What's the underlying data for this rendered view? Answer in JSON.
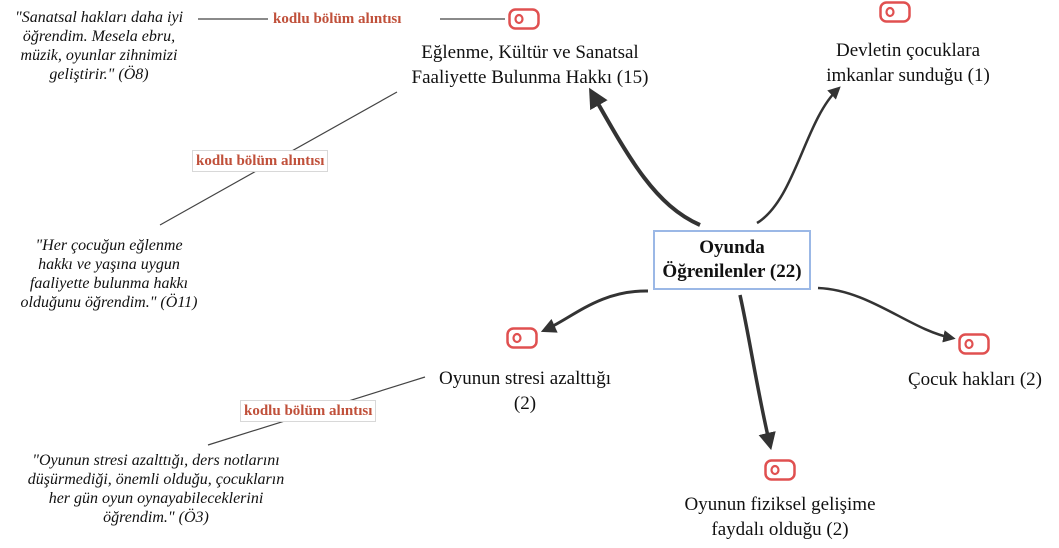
{
  "center": {
    "line1": "Oyunda",
    "line2": "Öğrenilenler (22)"
  },
  "nodes": {
    "eglenme": {
      "line1": "Eğlenme, Kültür ve Sanatsal",
      "line2": "Faaliyette Bulunma Hakkı (15)"
    },
    "devlet": {
      "line1": "Devletin çocuklara",
      "line2": "imkanlar sunduğu (1)"
    },
    "stres": {
      "line1": "Oyunun stresi azalttığı",
      "line2": "(2)"
    },
    "cocuk": {
      "line1": "Çocuk hakları (2)"
    },
    "fiziksel": {
      "line1": "Oyunun fiziksel gelişime",
      "line2": "faydalı olduğu (2)"
    }
  },
  "tags": {
    "t1": "kodlu bölüm alıntısı",
    "t2": "kodlu bölüm alıntısı",
    "t3": "kodlu bölüm alıntısı"
  },
  "quotes": {
    "q1": [
      "\"Sanatsal hakları daha iyi",
      "öğrendim. Mesela ebru,",
      "müzik, oyunlar zihnimizi",
      "geliştirir.\" (Ö8)"
    ],
    "q2": [
      "\"Her çocuğun eğlenme",
      "hakkı ve yaşına uygun",
      "faaliyette bulunma hakkı",
      "olduğunu öğrendim.\" (Ö11)"
    ],
    "q3": [
      "\"Oyunun stresi azalttığı, ders notlarını",
      "düşürmediği, önemli olduğu, çocukların",
      "her gün oyun oynayabileceklerini",
      "öğrendim.\" (Ö3)"
    ]
  },
  "colors": {
    "arrow": "#333333",
    "line": "#444444",
    "icon": "#e05050",
    "tag_text": "#c0503a",
    "center_border": "#9bb8e6"
  },
  "icons": [
    "code-icon",
    "code-icon",
    "code-icon",
    "code-icon",
    "code-icon"
  ]
}
